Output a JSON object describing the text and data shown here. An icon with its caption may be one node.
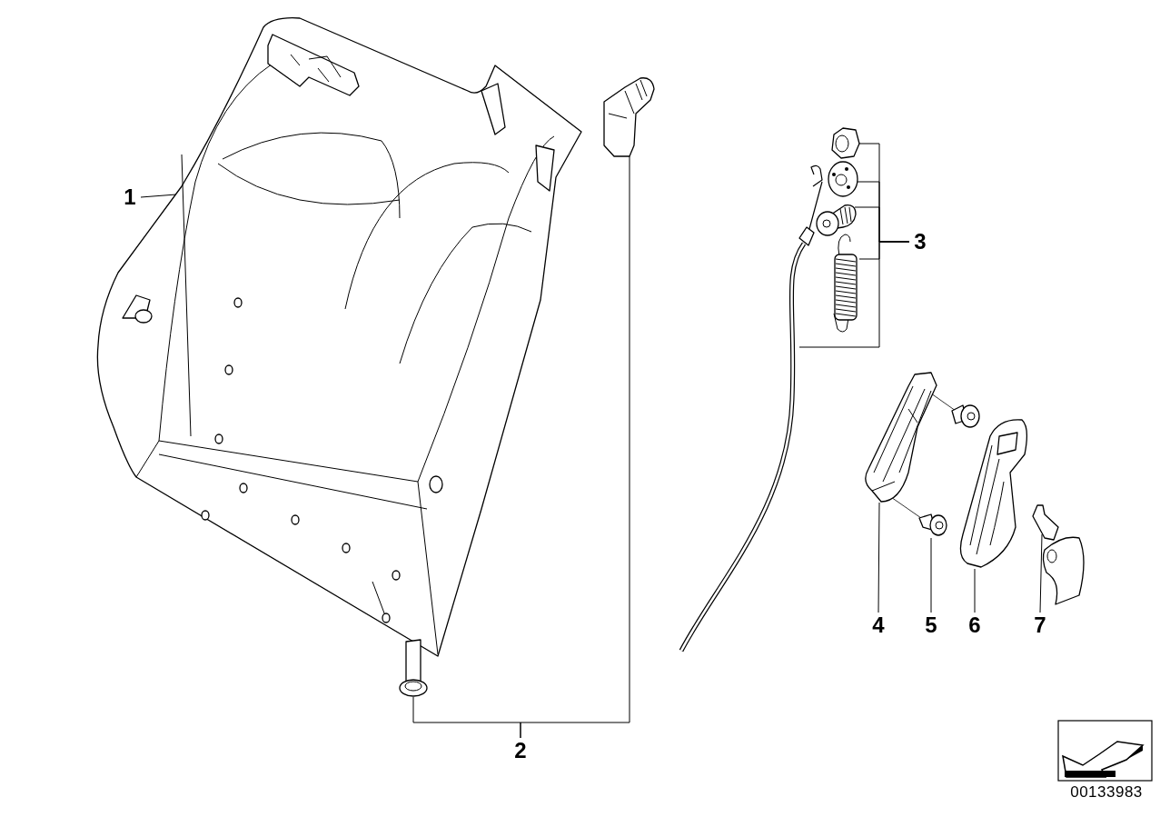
{
  "diagram": {
    "nodes": [
      {
        "text": [
          "1"
        ]
      },
      {
        "text": [],
        "shape": "picture"
      },
      {
        "text": [
          "2"
        ]
      },
      {
        "text": [],
        "shape": "picture"
      },
      {
        "text": [],
        "shape": "picture"
      },
      {
        "text": [
          "3"
        ]
      },
      {
        "text": [],
        "shape": "picture"
      },
      {
        "text": [],
        "shape": "picture"
      },
      {
        "text": [],
        "shape": "picture"
      },
      {
        "text": [],
        "shape": "picture"
      },
      {
        "text": [
          "4"
        ]
      },
      {
        "text": [],
        "shape": "picture"
      },
      {
        "text": [
          "5"
        ]
      },
      {
        "text": [],
        "shape": "picture"
      },
      {
        "text": [
          "6"
        ]
      },
      {
        "text": [],
        "shape": "picture"
      },
      {
        "text": [
          "7"
        ]
      },
      {
        "text": [],
        "shape": "picture"
      },
      {
        "text": [],
        "shape": "picture"
      }
    ],
    "edges": [
      {
        "from": 0,
        "to": 1,
        "arrow": "none"
      },
      {
        "from": 2,
        "to": 3,
        "arrow": "none"
      },
      {
        "from": 2,
        "to": 4,
        "arrow": "none"
      },
      {
        "from": 5,
        "to": 6,
        "arrow": "none"
      },
      {
        "from": 5,
        "to": 7,
        "arrow": "none"
      },
      {
        "from": 5,
        "to": 8,
        "arrow": "none"
      },
      {
        "from": 5,
        "to": 9,
        "arrow": "none"
      },
      {
        "from": 10,
        "to": 11,
        "arrow": "none"
      },
      {
        "from": 12,
        "to": 13,
        "arrow": "none"
      },
      {
        "from": 14,
        "to": 15,
        "arrow": "none"
      },
      {
        "from": 16,
        "to": 17,
        "arrow": "none"
      },
      {
        "from": 11,
        "to": 13,
        "arrow": "none"
      },
      {
        "from": 11,
        "to": 18,
        "arrow": "none"
      }
    ],
    "labels": [
      "00133983"
    ]
  }
}
